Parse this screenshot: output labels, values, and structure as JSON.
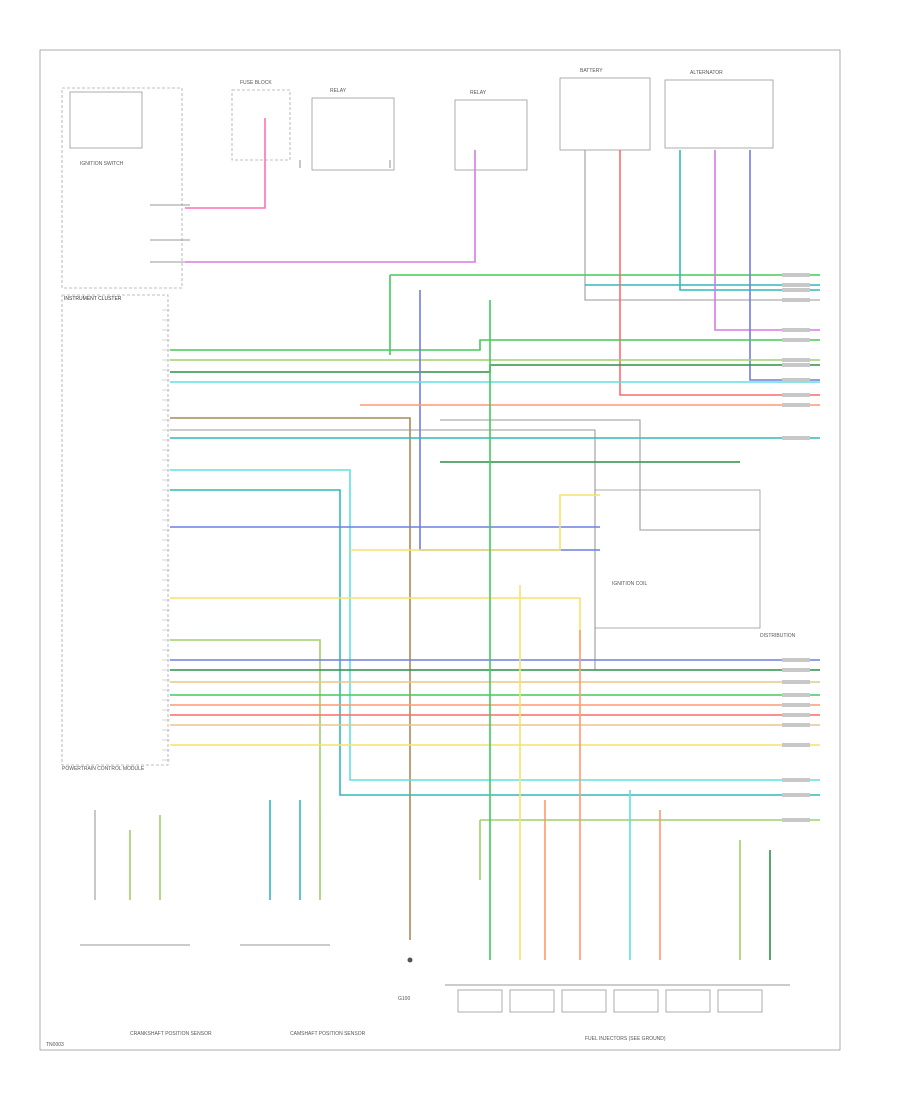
{
  "diagram": {
    "footer_code": "TN0003",
    "blocks": {
      "instrument_cluster": "INSTRUMENT CLUSTER",
      "pcm_note": "POWERTRAIN CONTROL MODULE",
      "distribution": "DISTRIBUTION",
      "fuel_injectors": "FUEL INJECTORS (SEE GROUND)",
      "crank_sensor": "CRANKSHAFT POSITION SENSOR",
      "cam_sensor": "CAMSHAFT POSITION SENSOR",
      "ground_note": "G100",
      "alternator": "ALTERNATOR",
      "battery": "BATTERY",
      "ignition_switch": "IGNITION SWITCH",
      "fuse_block": "FUSE BLOCK",
      "relay": "RELAY",
      "ignition_coil": "IGNITION COIL"
    },
    "wire_colors": {
      "pink": "#ff6fb8",
      "green": "#43c95a",
      "teal": "#35b8b8",
      "blue": "#6f7fe0",
      "violet": "#d67be0",
      "orange": "#ff9a70",
      "red": "#ff6a6a",
      "yellow": "#f5e26a",
      "tan": "#e8c58a",
      "brown": "#a88a5a",
      "darkgreen": "#2f8f4a",
      "lime": "#9fd06a",
      "gray": "#9a9a9a",
      "cyan": "#5fe0e0"
    }
  }
}
